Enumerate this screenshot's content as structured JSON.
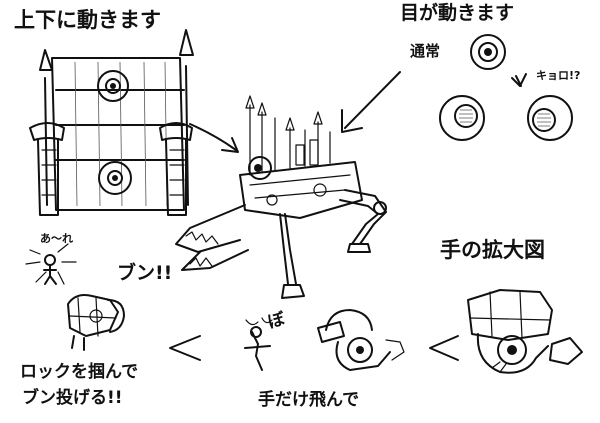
{
  "labels": {
    "moves_up_down": "上下に動きます",
    "eyes_move": "目が動きます",
    "normal": "通常",
    "kyoro": "キョロ!?",
    "hand_enlarged": "手の拡大図",
    "aare": "あ〜れ",
    "bun": "ブン!!",
    "throw_caption_line1": "ロックを掴んで",
    "throw_caption_line2": "ブン投げる!!",
    "only_hand_flies": "手だけ飛んで",
    "boing": "ぼ"
  }
}
